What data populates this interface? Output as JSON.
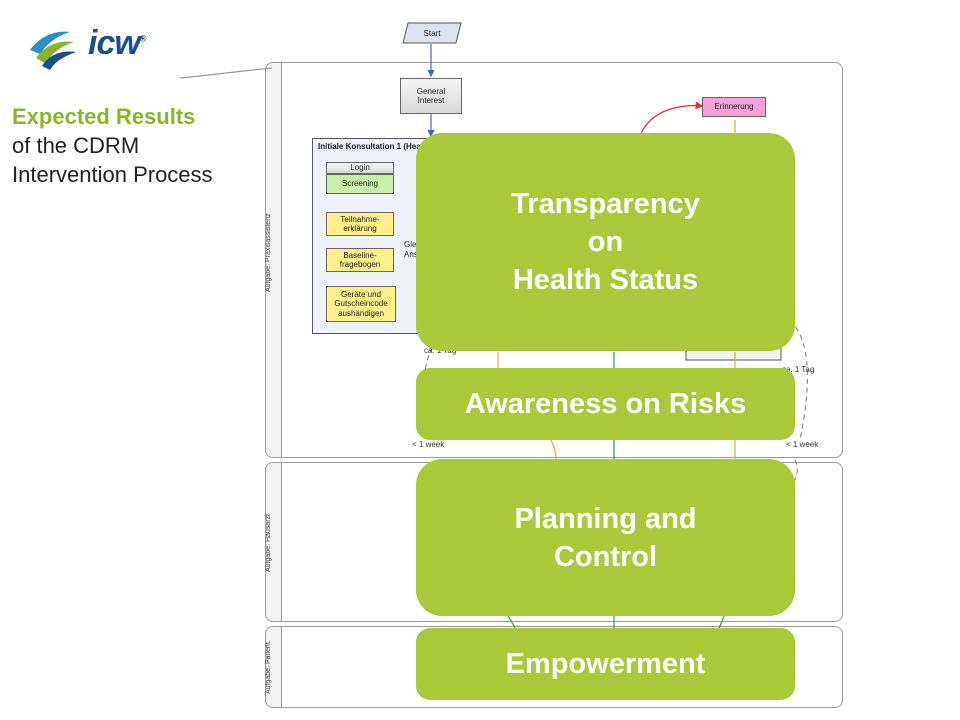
{
  "logo": {
    "text": "icw",
    "registered": "®"
  },
  "intro": {
    "highlight": "Expected Results",
    "line2": "of the CDRM",
    "line3": "Intervention Process"
  },
  "lanes": [
    {
      "label": "Aufgabe: Praxisassistenz"
    },
    {
      "label": "Aufgabe: Hausarzt"
    },
    {
      "label": "Aufgabe: Patient"
    }
  ],
  "flow": {
    "start": "Start",
    "general_interest_1": "General",
    "general_interest_2": "Interest",
    "konsultation_title": "Initiale Konsultation 1 (Heal",
    "login": "Login",
    "screening": "Screening",
    "teilnahme_1": "Teilnahme-",
    "teilnahme_2": "erklärung",
    "baseline_1": "Baseline-",
    "baseline_2": "fragebogen",
    "geraete_1": "Geräte und",
    "geraete_2": "Gutscheincode",
    "geraete_3": "aushändigen",
    "side_note_1": "Gle",
    "side_note_2": "Ans",
    "erinnerung": "Erinnerung",
    "ca_tag_left": "ca. 1 Tag",
    "ca_tag_right": "ca. 1 Tag",
    "week_left": "< 1 week",
    "week_right": "< 1 week"
  },
  "results": {
    "transparency": [
      "Transparency",
      "on",
      "Health Status"
    ],
    "awareness": "Awareness on Risks",
    "planning": [
      "Planning and",
      "Control"
    ],
    "empowerment": "Empowerment"
  },
  "colors": {
    "accent_green": "#a9c93a",
    "headline_green": "#8ab52a",
    "logo_blue": "#1a4f8a",
    "arrow_orange": "#f0a030",
    "arrow_red": "#e03030",
    "line_green": "#3a9a3a"
  }
}
